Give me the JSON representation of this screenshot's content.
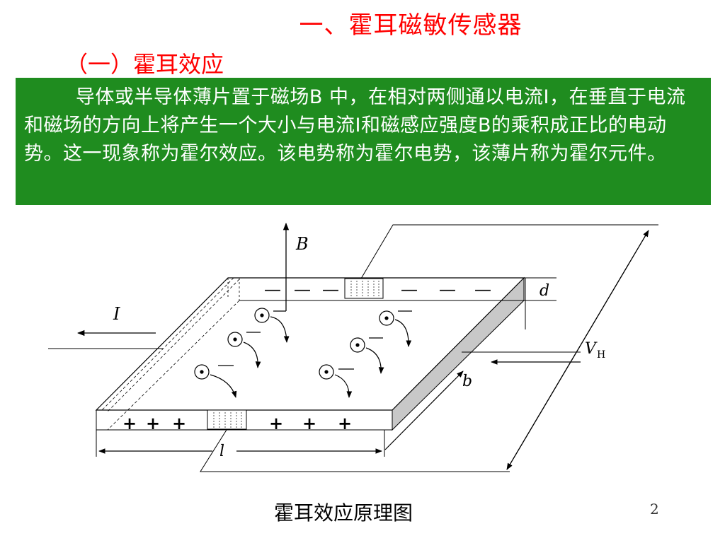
{
  "slide": {
    "title": "一、霍耳磁敏传感器",
    "subtitle_prefix": "（一）",
    "subtitle": "霍耳效应",
    "body": "导体或半导体薄片置于磁场B 中，在相对两侧通以电流I，在垂直于电流和磁场的方向上将产生一个大小与电流I和磁感应强度B的乘积成正比的电动势。这一现象称为霍尔效应。该电势称为霍尔电势，该薄片称为霍尔元件。",
    "caption": "霍耳效应原理图",
    "page_number": "2"
  },
  "diagram": {
    "label_B": "B",
    "label_I": "I",
    "label_d": "d",
    "label_V": "V",
    "label_V_sub": "H",
    "label_b": "b",
    "label_l": "l",
    "minus_sign": "—",
    "plus_sign": "+"
  },
  "colors": {
    "title": "#ff0000",
    "box_bg": "#1f8c1f",
    "box_text": "#ffffff",
    "underline": "#1a0fb4"
  }
}
